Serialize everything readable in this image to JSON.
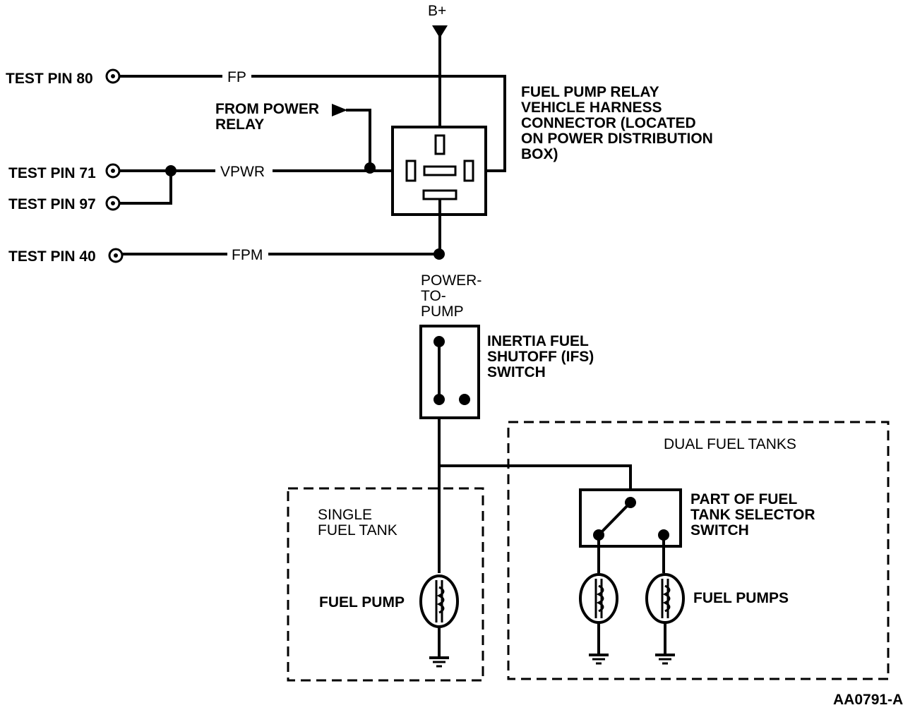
{
  "supply_label": "B+",
  "test_pins": {
    "pin80": "TEST PIN 80",
    "pin71": "TEST PIN 71",
    "pin97": "TEST PIN 97",
    "pin40": "TEST PIN 40"
  },
  "wires": {
    "fp": "FP",
    "vpwr": "VPWR",
    "fpm": "FPM"
  },
  "from_power_relay": [
    "FROM POWER",
    "RELAY"
  ],
  "relay_connector": [
    "FUEL PUMP RELAY",
    "VEHICLE HARNESS",
    "CONNECTOR (LOCATED",
    "ON POWER DISTRIBUTION",
    "BOX)"
  ],
  "power_to_pump": [
    "POWER-",
    "TO-",
    "PUMP"
  ],
  "ifs_switch": [
    "INERTIA FUEL",
    "SHUTOFF (IFS)",
    "SWITCH"
  ],
  "dual_tanks": "DUAL FUEL TANKS",
  "single_tank": [
    "SINGLE",
    "FUEL TANK"
  ],
  "selector_switch": [
    "PART OF FUEL",
    "TANK SELECTOR",
    "SWITCH"
  ],
  "fuel_pump": "FUEL PUMP",
  "fuel_pumps": "FUEL PUMPS",
  "figure_id": "AA0791-A"
}
